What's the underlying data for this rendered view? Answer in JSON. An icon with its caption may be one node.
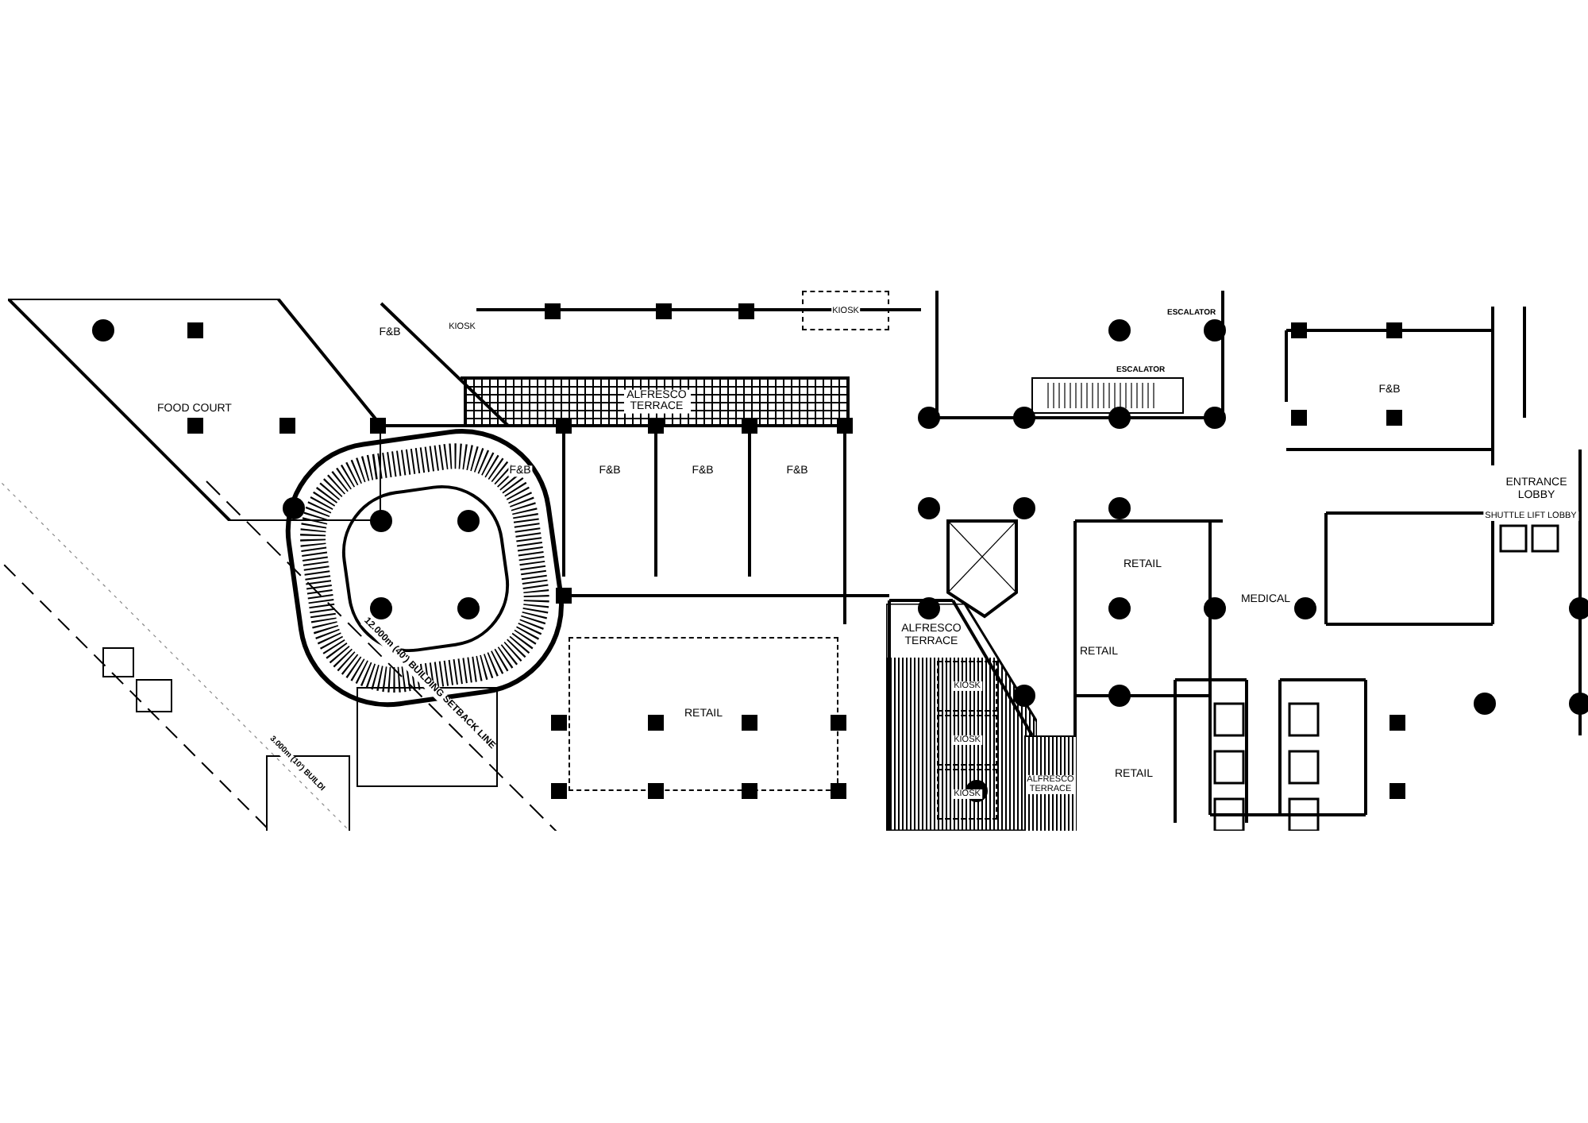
{
  "diagram": {
    "nodes": [
      {
        "text": [
          "FOOD COURT"
        ]
      },
      {
        "text": [
          "F&B"
        ]
      },
      {
        "text": [
          "KIOSK"
        ]
      },
      {
        "text": [
          "KIOSK"
        ]
      },
      {
        "text": [
          "ALFRESCO TERRACE"
        ]
      },
      {
        "text": [
          "F&B"
        ]
      },
      {
        "text": [
          "F&B"
        ]
      },
      {
        "text": [
          "F&B"
        ]
      },
      {
        "text": [
          "F&B"
        ]
      },
      {
        "text": [
          "RETAIL"
        ]
      },
      {
        "text": [
          "RETAIL"
        ]
      },
      {
        "text": [
          "MEDICAL"
        ]
      },
      {
        "text": [
          "RETAIL"
        ]
      },
      {
        "text": [
          "RETAIL"
        ]
      },
      {
        "text": [
          "F&B"
        ]
      },
      {
        "text": [
          "ENTRANCE LOBBY"
        ]
      },
      {
        "text": [
          "SHUTTLE LIFT LOBBY"
        ]
      },
      {
        "text": [
          "ALFRESCO TERRACE"
        ]
      },
      {
        "text": [
          "KIOSK"
        ],
        "in": 17
      },
      {
        "text": [
          "KIOSK"
        ],
        "in": 17
      },
      {
        "text": [
          "KIOSK"
        ],
        "in": 17
      },
      {
        "text": [
          "ALFRESCO TERRACE"
        ]
      }
    ],
    "labels": [
      "ESCALATOR",
      "ESCALATOR",
      "12.000m (40') BUILDING SETBACK LINE",
      "3.000m (10') BUILDI"
    ]
  }
}
